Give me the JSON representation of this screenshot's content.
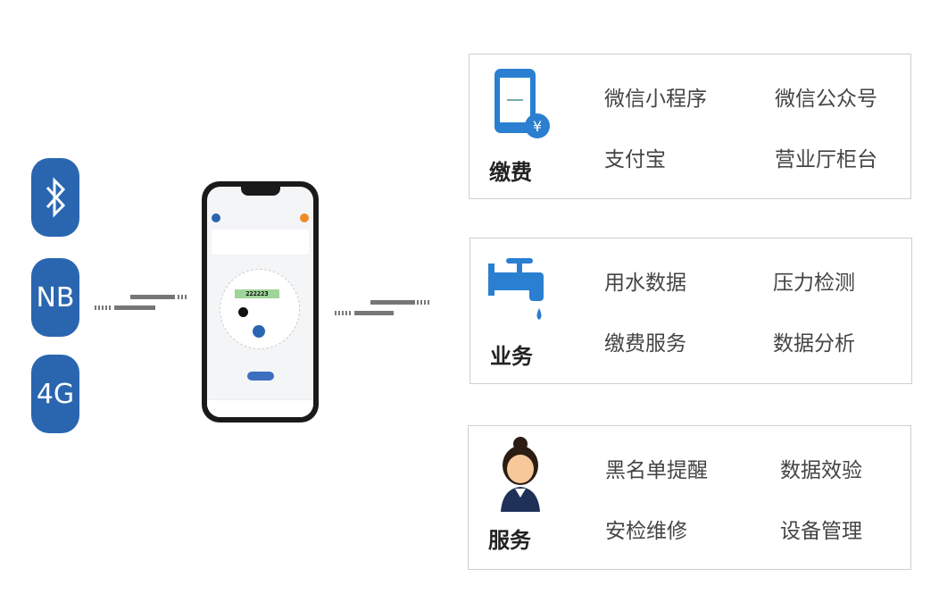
{
  "network": {
    "badges": [
      {
        "icon": "bluetooth-icon",
        "label": ""
      },
      {
        "label": "NB"
      },
      {
        "label": "4G"
      }
    ]
  },
  "phone": {
    "meter_reading": "222223"
  },
  "cards": [
    {
      "title": "缴费",
      "icon": "mobile-payment-icon",
      "items": [
        "微信小程序",
        "微信公众号",
        "支付宝",
        "营业厅柜台"
      ]
    },
    {
      "title": "业务",
      "icon": "water-tap-icon",
      "items": [
        "用水数据",
        "压力检测",
        "缴费服务",
        "数据分析"
      ]
    },
    {
      "title": "服务",
      "icon": "customer-service-icon",
      "items": [
        "黑名单提醒",
        "数据效验",
        "安检维修",
        "设备管理"
      ]
    }
  ],
  "colors": {
    "accent": "#2a66b0"
  }
}
